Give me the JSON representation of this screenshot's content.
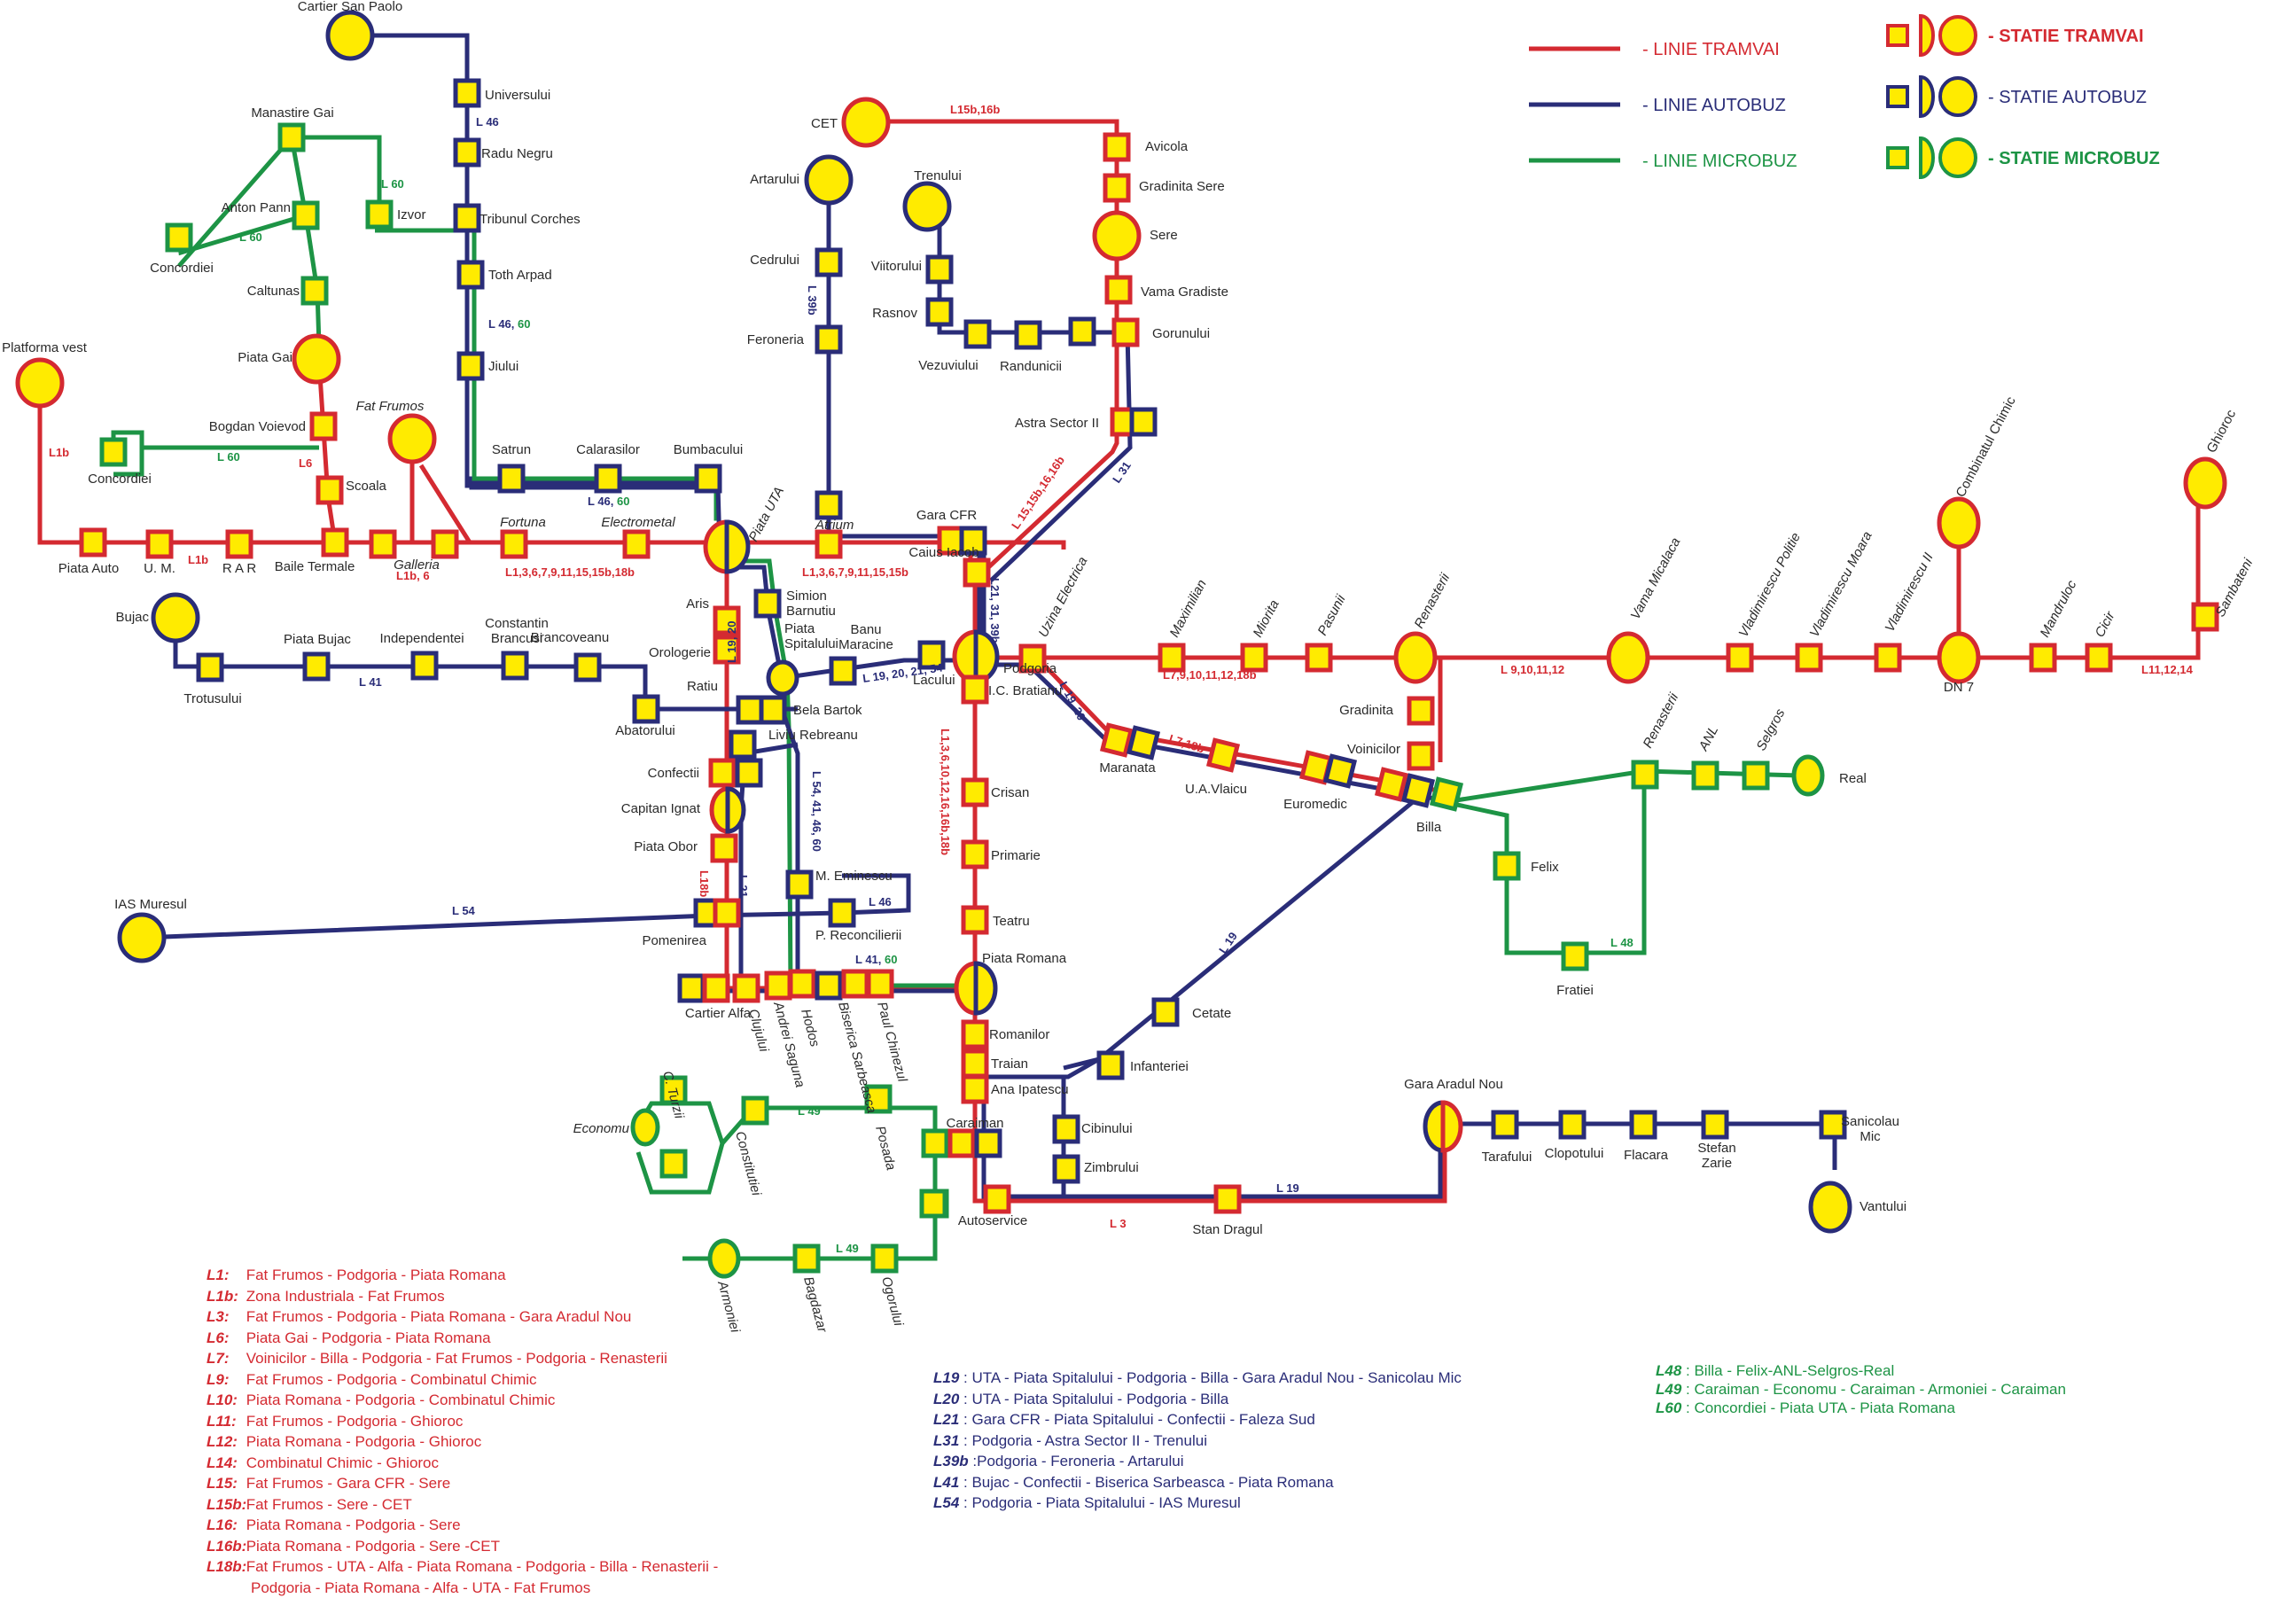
{
  "colors": {
    "tram": "#d42a31",
    "bus": "#2a2d78",
    "micro": "#1d9445",
    "station_fill": "#ffeb00",
    "text": "#2a2a2a"
  },
  "legend": {
    "lines": [
      {
        "type": "tram",
        "label": "- LINIE TRAMVAI"
      },
      {
        "type": "bus",
        "label": "- LINIE AUTOBUZ"
      },
      {
        "type": "micro",
        "label": "- LINIE MICROBUZ"
      }
    ],
    "stations": [
      {
        "type": "tram",
        "label": "- STATIE  TRAMVAI"
      },
      {
        "type": "bus",
        "label": "- STATIE  AUTOBUZ"
      },
      {
        "type": "micro",
        "label": "- STATIE  MICROBUZ"
      }
    ]
  },
  "station_names": {
    "cartier_san_paolo": "Cartier San Paolo",
    "universului": "Universului",
    "radu_negru": "Radu Negru",
    "tribunul_corches": "Tribunul Corches",
    "toth_arpad": "Toth Arpad",
    "jiului": "Jiului",
    "manastire_gai": "Manastire Gai",
    "anton_pann": "Anton Pann",
    "concordiei_1": "Concordiei",
    "izvor": "Izvor",
    "caltunas": "Caltunas",
    "piata_gai": "Piata Gai",
    "platforma_vest": "Platforma vest",
    "bogdan_voievod": "Bogdan Voievod",
    "concordiei_2": "Concordiei",
    "scoala": "Scoala",
    "fat_frumos": "Fat Frumos",
    "piata_auto": "Piata Auto",
    "um": "U. M.",
    "rar": "R A R",
    "baile_termale": "Baile Termale",
    "galleria": "Galleria",
    "fortuna": "Fortuna",
    "electrometal": "Electrometal",
    "satrun": "Satrun",
    "calarasilor": "Calarasilor",
    "bumbacului": "Bumbacului",
    "piata_uta": "Piata UTA",
    "artarului": "Artarului",
    "cedrului": "Cedrului",
    "feroneria": "Feroneria",
    "atrium": "Atrium",
    "gara_cfr": "Gara CFR",
    "caius_iacob": "Caius Iacob",
    "cet": "CET",
    "avicola": "Avicola",
    "gradinita_sere": "Gradinita Sere",
    "sere": "Sere",
    "vama_gradiste": "Vama Gradiste",
    "gorunului": "Gorunului",
    "trenului": "Trenului",
    "viitorului": "Viitorului",
    "rasnov": "Rasnov",
    "vezuviului": "Vezuviului",
    "randunicii": "Randunicii",
    "astra": "Astra Sector II",
    "aris": "Aris",
    "orologerie": "Orologerie",
    "simion_barnutiu": "Simion Barnutiu",
    "piata_spitalului": "Piata Spitalului",
    "banu_maracine": "Banu Maracine",
    "lacului": "Lacului",
    "podgoria": "Podgoria",
    "bujac": "Bujac",
    "trotusului": "Trotusului",
    "piata_bujac": "Piata Bujac",
    "independentei": "Independentei",
    "constantin_brancusi": "Constantin Brancusi",
    "brancoveanu": "Brancoveanu",
    "abatorului": "Abatorului",
    "ratiu": "Ratiu",
    "bela_bartok": "Bela Bartok",
    "liviu_rebreanu": "Liviu Rebreanu",
    "confectii": "Confectii",
    "capitan_ignat": "Capitan Ignat",
    "piata_obor": "Piata Obor",
    "ias_muresul": "IAS Muresul",
    "pomenirea": "Pomenirea",
    "m_eminescu": "M. Eminescu",
    "p_reconcilierii": "P. Reconcilierii",
    "cartier_alfa": "Cartier Alfa",
    "clujului": "Clujului",
    "andrei_saguna": "Andrei Saguna",
    "hodos": "Hodos",
    "biserica_sarbeasca": "Biserica Sarbeasca",
    "paul_chinezul": "Paul Chinezul",
    "piata_romana": "Piata Romana",
    "ic_bratianu": "I.C. Bratianu",
    "crisan": "Crisan",
    "primarie": "Primarie",
    "teatru": "Teatru",
    "romanilor": "Romanilor",
    "traian": "Traian",
    "ana_ipatescu": "Ana Ipatescu",
    "caraiman": "Caraiman",
    "uzina_electrica": "Uzina Electrica",
    "maximilian": "Maximilian",
    "miorita": "Miorita",
    "pasunii": "Pasunii",
    "renasterii": "Renasterii",
    "vama_micalaca": "Vama Micalaca",
    "vlad_politie": "Vladimirescu Politie",
    "vlad_moara": "Vladimirescu Moara",
    "vlad_ii": "Vladimirescu II",
    "combinatul_chimic": "Combinatul Chimic",
    "dn7": "DN 7",
    "mandruloc": "Mandruloc",
    "cicir": "Cicir",
    "sambateni": "Sambateni",
    "ghioroc": "Ghioroc",
    "gradinita": "Gradinita",
    "voinicilor": "Voinicilor",
    "maranata": "Maranata",
    "ua_vlaicu": "U.A.Vlaicu",
    "euromedic": "Euromedic",
    "billa": "Billa",
    "renasterii_m": "Renasterii",
    "anl": "ANL",
    "selgros": "Selgros",
    "real": "Real",
    "felix": "Felix",
    "fratiei": "Fratiei",
    "cetate": "Cetate",
    "infanteriei": "Infanteriei",
    "cibinului": "Cibinului",
    "zimbrului": "Zimbrului",
    "autoservice": "Autoservice",
    "stan_dragul": "Stan Dragul",
    "gara_aradul_nou": "Gara Aradul Nou",
    "tarafului": "Tarafului",
    "clopotului": "Clopotului",
    "flacara": "Flacara",
    "stefan_zarie": "Stefan Zarie",
    "sanicolau_mic": "Sanicolau Mic",
    "vantului": "Vantului",
    "c_turzii": "C. Turzii",
    "economu": "Economu",
    "constitutiei": "Constitutiei",
    "posada": "Posada",
    "armoniei": "Armoniei",
    "bagdazar": "Bagdazar",
    "ogorului": "Ogorului"
  },
  "line_labels": {
    "l46": "L 46",
    "l60a": "L 60",
    "l60b": "L 60",
    "l46_60a": "L 46, 60",
    "l1b_a": "L1b",
    "l1b_b": "L1b",
    "l60c": "L 60",
    "l6": "L6",
    "l1b6": "L1b, 6",
    "l46_60b": "L 46, 60",
    "main_west": "L1,3,6,7,9,11,15,15b,18b",
    "main_uta": "L1,3,6,7,9,11,15,15b",
    "l15b16b": "L15b,16b",
    "l39b": "L 39b",
    "l15_16": "L 15,15b,16,16b",
    "l31": "L 31",
    "l21_31_39b": "L21, 31, 39b",
    "l19_20a": "L 19, 20",
    "l19_20_21_54": "L 19, 20, 21, 54",
    "l41": "L 41",
    "l7_18b_main": "L7,9,10,11,12,18b",
    "l9_12": "L 9,10,11,12",
    "l11_14": "L11,12,14",
    "l19_20b": "L 19, 20",
    "l7_18b": "L7,18b",
    "l1_18b": "L1,3,6,10,12,16,16b,18b",
    "l54_60": "L 54, 41, 46, 60",
    "l54": "L 54",
    "l18b": "L18b",
    "l21": "L 21",
    "l46b": "L 46",
    "l41_60": "L 41, 60",
    "l48": "L 48",
    "l19a": "L 19",
    "l19b": "L 19",
    "l3": "L 3",
    "l49a": "L 49",
    "l49b": "L 49"
  },
  "routes": {
    "tram": [
      {
        "code": "L1:",
        "desc": "Fat Frumos - Podgoria - Piata Romana"
      },
      {
        "code": "L1b:",
        "desc": "Zona Industriala - Fat Frumos"
      },
      {
        "code": "L3:",
        "desc": "Fat Frumos - Podgoria - Piata Romana - Gara Aradul Nou"
      },
      {
        "code": "L6:",
        "desc": "Piata Gai - Podgoria - Piata Romana"
      },
      {
        "code": "L7:",
        "desc": "Voinicilor - Billa - Podgoria - Fat Frumos - Podgoria - Renasterii"
      },
      {
        "code": "L9:",
        "desc": "Fat Frumos - Podgoria - Combinatul Chimic"
      },
      {
        "code": "L10:",
        "desc": "Piata Romana - Podgoria - Combinatul Chimic"
      },
      {
        "code": "L11:",
        "desc": "Fat Frumos - Podgoria - Ghioroc"
      },
      {
        "code": "L12:",
        "desc": "Piata Romana - Podgoria - Ghioroc"
      },
      {
        "code": "L14:",
        "desc": "Combinatul Chimic - Ghioroc"
      },
      {
        "code": "L15:",
        "desc": "Fat Frumos - Gara CFR - Sere"
      },
      {
        "code": "L15b:",
        "desc": "Fat Frumos - Sere - CET"
      },
      {
        "code": "L16:",
        "desc": "Piata Romana - Podgoria - Sere"
      },
      {
        "code": "L16b:",
        "desc": "Piata Romana - Podgoria - Sere -CET"
      },
      {
        "code": "L18b:",
        "desc": "Fat Frumos - UTA - Alfa - Piata Romana - Podgoria - Billa - Renasterii -",
        "cont": "Podgoria - Piata Romana - Alfa - UTA - Fat Frumos"
      }
    ],
    "bus": [
      {
        "code": "L19",
        "desc": ": UTA - Piata Spitalului - Podgoria - Billa - Gara Aradul Nou - Sanicolau Mic"
      },
      {
        "code": "L20",
        "desc": ": UTA - Piata Spitalului - Podgoria - Billa"
      },
      {
        "code": "L21",
        "desc": ": Gara CFR - Piata Spitalului - Confectii - Faleza Sud"
      },
      {
        "code": "L31",
        "desc": ": Podgoria - Astra Sector II - Trenului"
      },
      {
        "code": "L39b",
        "desc": ":Podgoria - Feroneria - Artarului"
      },
      {
        "code": "L41",
        "desc": ": Bujac - Confectii - Biserica Sarbeasca - Piata Romana"
      },
      {
        "code": "L54",
        "desc": ": Podgoria - Piata Spitalului - IAS Muresul"
      }
    ],
    "micro": [
      {
        "code": "L48",
        "desc": ": Billa - Felix-ANL-Selgros-Real"
      },
      {
        "code": "L49",
        "desc": ": Caraiman - Economu - Caraiman - Armoniei - Caraiman"
      },
      {
        "code": "L60",
        "desc": ": Concordiei - Piata UTA - Piata Romana"
      }
    ]
  }
}
